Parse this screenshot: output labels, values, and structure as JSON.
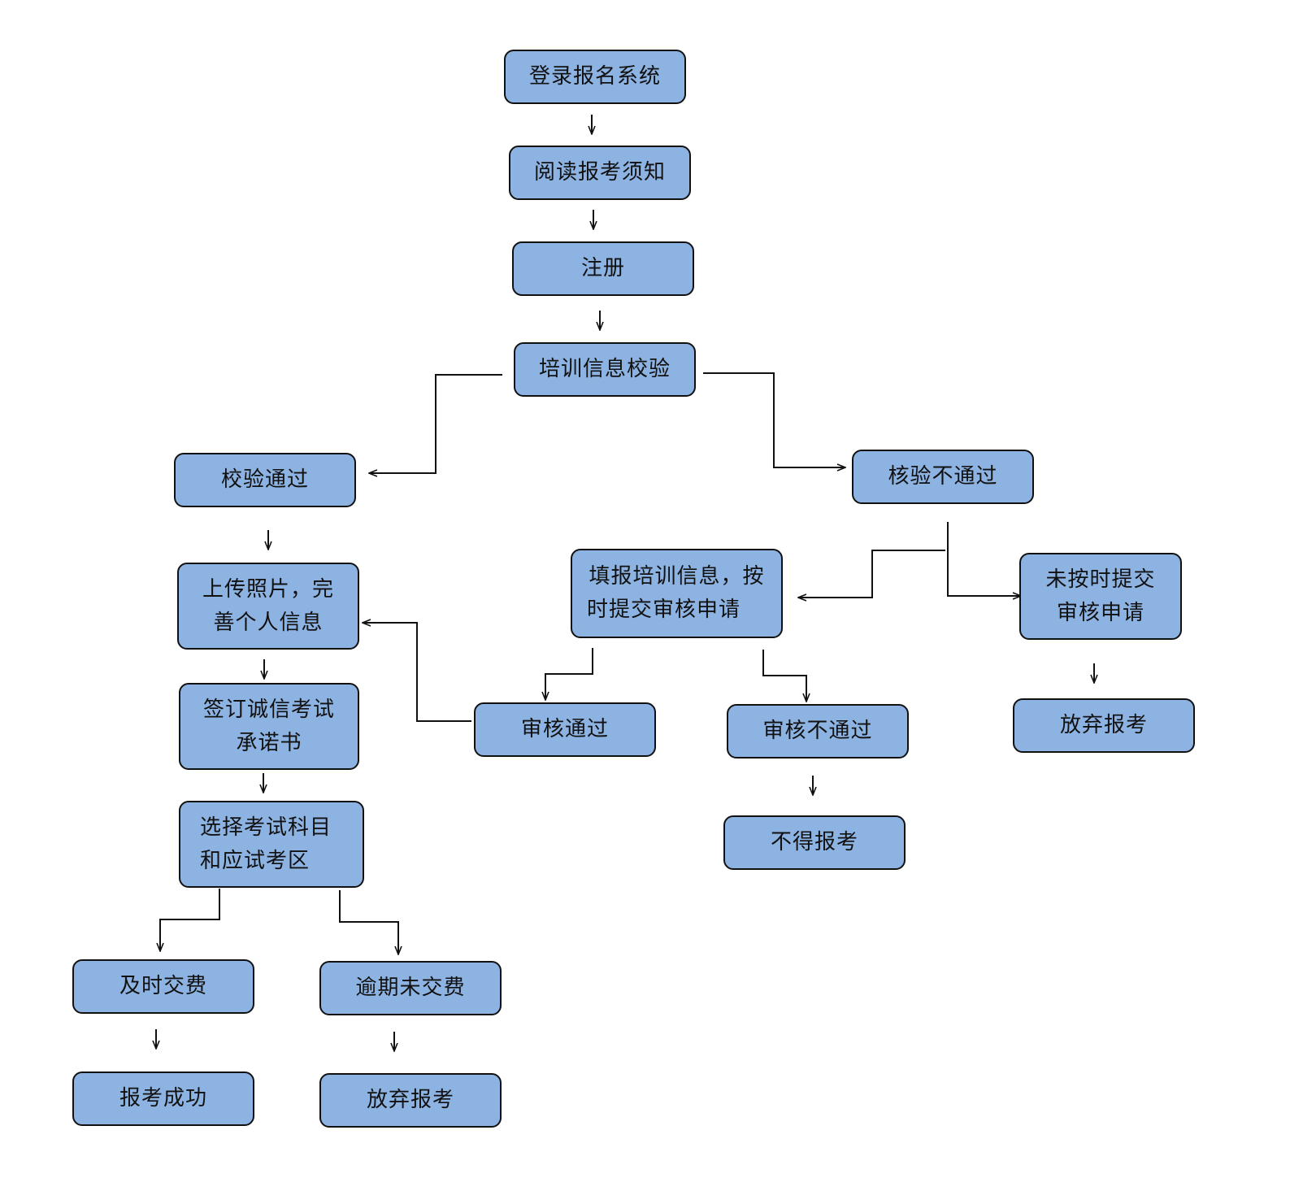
{
  "palette": {
    "node_fill": "#8db3e2",
    "node_border": "#111111",
    "line": "#111111",
    "background": "#ffffff"
  },
  "nodes": {
    "login": [
      "登录报名系统"
    ],
    "read_notice": [
      "阅读报考须知"
    ],
    "register": [
      "注册"
    ],
    "training_check": [
      "培训信息校验"
    ],
    "check_pass": [
      "校验通过"
    ],
    "check_fail": [
      "核验不通过"
    ],
    "upload_photo": [
      "上传照片，完",
      "善个人信息"
    ],
    "fill_training": [
      "填报培训信息，按",
      "时提交审核申请"
    ],
    "not_on_time": [
      "未按时提交",
      "审核申请"
    ],
    "sign_pledge": [
      "签订诚信考试",
      "承诺书"
    ],
    "review_pass": [
      "审核通过"
    ],
    "review_fail": [
      "审核不通过"
    ],
    "give_up_right": [
      "放弃报考"
    ],
    "not_allowed": [
      "不得报考"
    ],
    "choose_subject": [
      "选择考试科目",
      "和应试考区"
    ],
    "pay_on_time": [
      "及时交费"
    ],
    "pay_overdue": [
      "逾期未交费"
    ],
    "success": [
      "报考成功"
    ],
    "give_up_bottom": [
      "放弃报考"
    ]
  }
}
